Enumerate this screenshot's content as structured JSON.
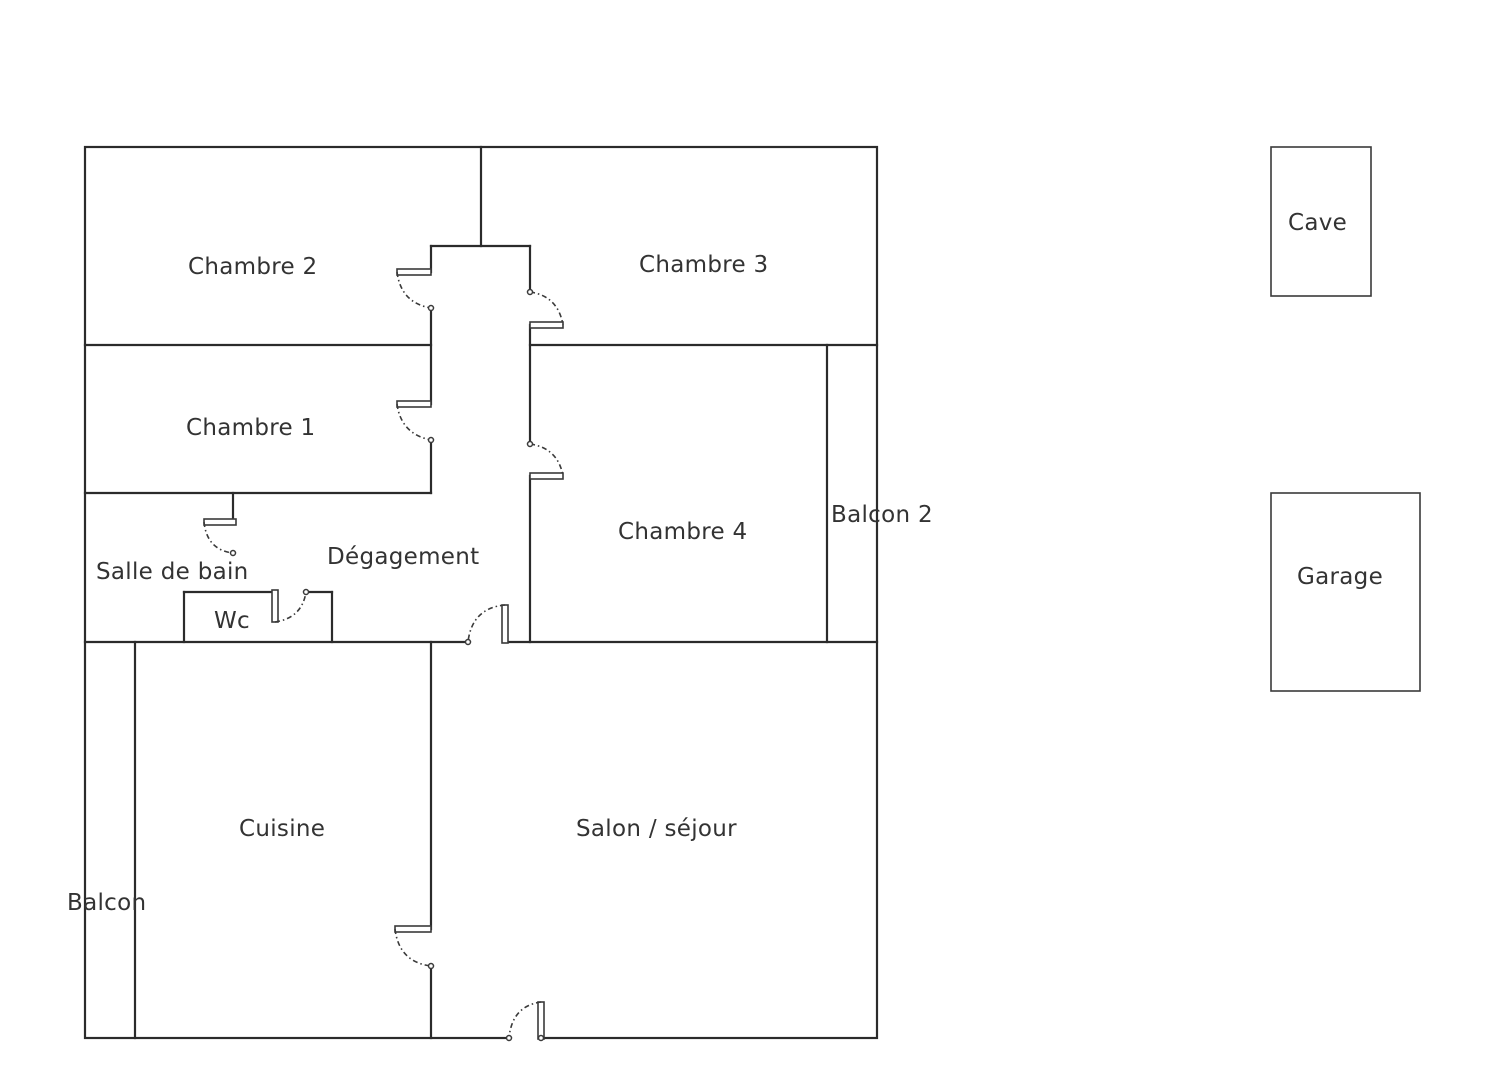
{
  "plan": {
    "rooms": {
      "chambre2": "Chambre 2",
      "chambre3": "Chambre 3",
      "chambre1": "Chambre 1",
      "chambre4": "Chambre 4",
      "salle_de_bain": "Salle de bain",
      "degagement": "Dégagement",
      "wc": "Wc",
      "balcon2": "Balcon 2",
      "cuisine": "Cuisine",
      "salon": "Salon / séjour",
      "balcon": "Balcon"
    },
    "annexes": {
      "cave": "Cave",
      "garage": "Garage"
    }
  }
}
